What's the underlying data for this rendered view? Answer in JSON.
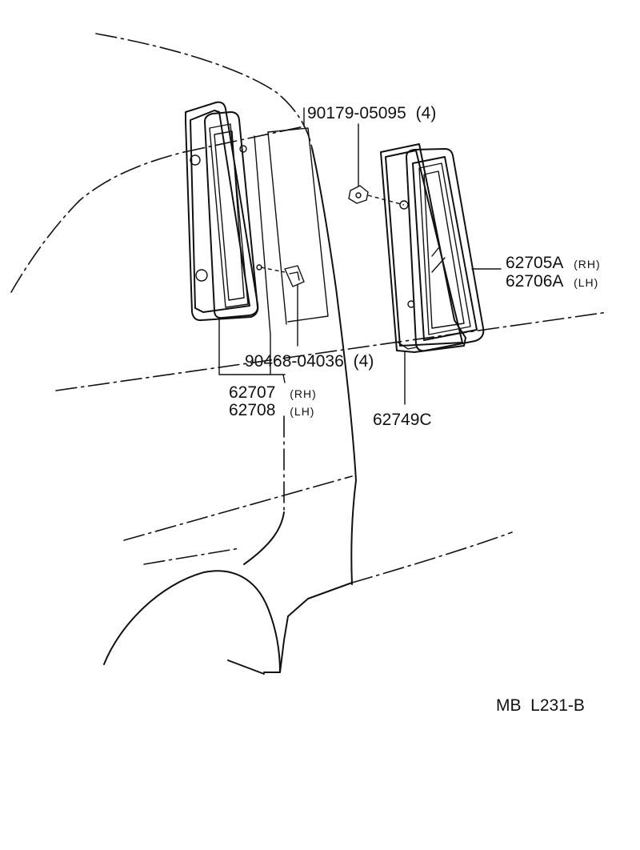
{
  "diagram": {
    "parts": [
      {
        "number": "90179-05095",
        "qty": "(4)",
        "variant": ""
      },
      {
        "number": "62705A",
        "qty": "",
        "variant": "(RH)"
      },
      {
        "number": "62706A",
        "qty": "",
        "variant": "(LH)"
      },
      {
        "number": "90468-04036",
        "qty": "(4)",
        "variant": ""
      },
      {
        "number": "62707",
        "qty": "",
        "variant": "(RH)"
      },
      {
        "number": "62708",
        "qty": "",
        "variant": "(LH)"
      },
      {
        "number": "62749C",
        "qty": "",
        "variant": ""
      }
    ],
    "reference": "MB  L231-B"
  }
}
